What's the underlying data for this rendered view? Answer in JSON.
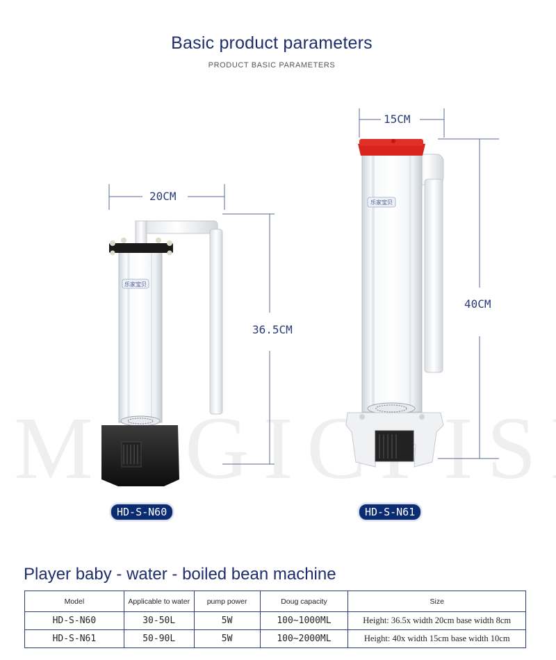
{
  "header": {
    "title": "Basic product parameters",
    "subtitle": "PRODUCT BASIC PARAMETERS"
  },
  "watermark": "MAGICFISH",
  "products": [
    {
      "badge": "HD-S-N60",
      "width_label": "20CM",
      "height_label": "36.5CM",
      "logo_text": "乐家宝贝"
    },
    {
      "badge": "HD-S-N61",
      "width_label": "15CM",
      "height_label": "40CM",
      "logo_text": "乐家宝贝"
    }
  ],
  "section_title": "Player baby - water - boiled bean machine",
  "table": {
    "headers": [
      "Model",
      "Applicable to water",
      "pump power",
      "Doug capacity",
      "Size"
    ],
    "rows": [
      [
        "HD-S-N60",
        "30-50L",
        "5W",
        "100~1000ML",
        "Height: 36.5x width 20cm base width 8cm"
      ],
      [
        "HD-S-N61",
        "50-90L",
        "5W",
        "100~2000ML",
        "Height: 40x width 15cm base width 10cm"
      ]
    ]
  },
  "colors": {
    "heading": "#1e2d6b",
    "badge_bg": "#0c2c72",
    "cap_red": "#d9241d",
    "table_border": "#2c3b7a"
  }
}
